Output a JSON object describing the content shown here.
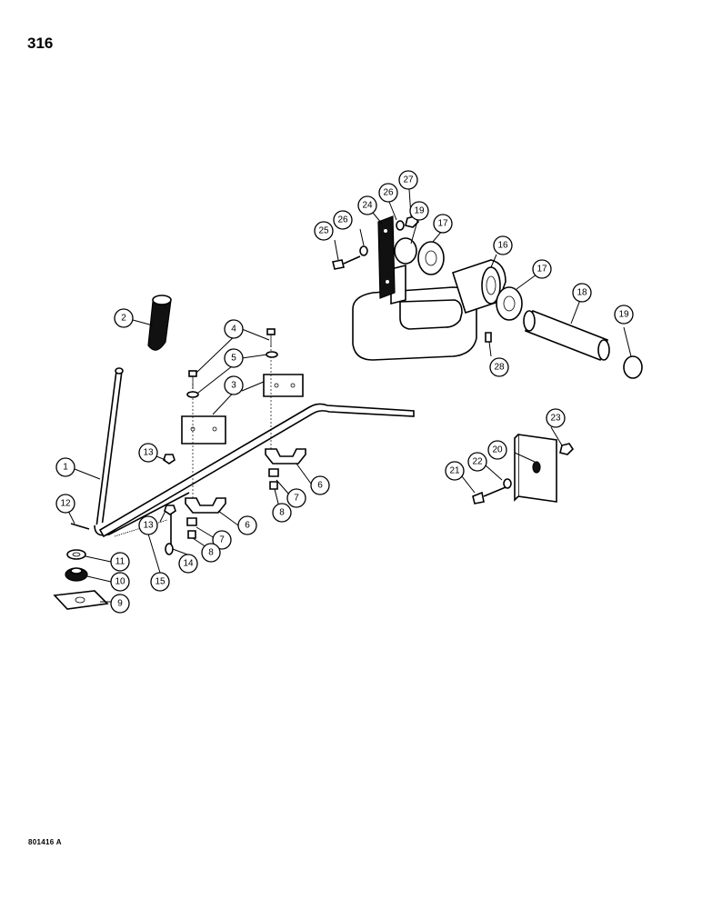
{
  "page": {
    "number": "316",
    "figure_code": "801416 A"
  },
  "callouts": [
    "1",
    "2",
    "3",
    "4",
    "5",
    "6",
    "6",
    "7",
    "7",
    "8",
    "8",
    "9",
    "10",
    "11",
    "12",
    "13",
    "13",
    "14",
    "15",
    "16",
    "17",
    "17",
    "18",
    "19",
    "19",
    "20",
    "21",
    "22",
    "23",
    "24",
    "25",
    "26",
    "26",
    "27",
    "28"
  ]
}
